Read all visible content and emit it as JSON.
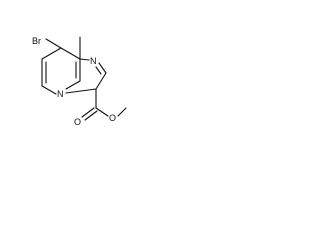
{
  "molecule": {
    "atoms": {
      "bromine": "Br",
      "nitrogen_ring_top": "N",
      "nitrogen_bridgehead": "N",
      "oxygen_carbonyl": "O",
      "oxygen_ester": "O"
    },
    "colors": {
      "ink": "#111111",
      "background": "#ffffff"
    }
  }
}
